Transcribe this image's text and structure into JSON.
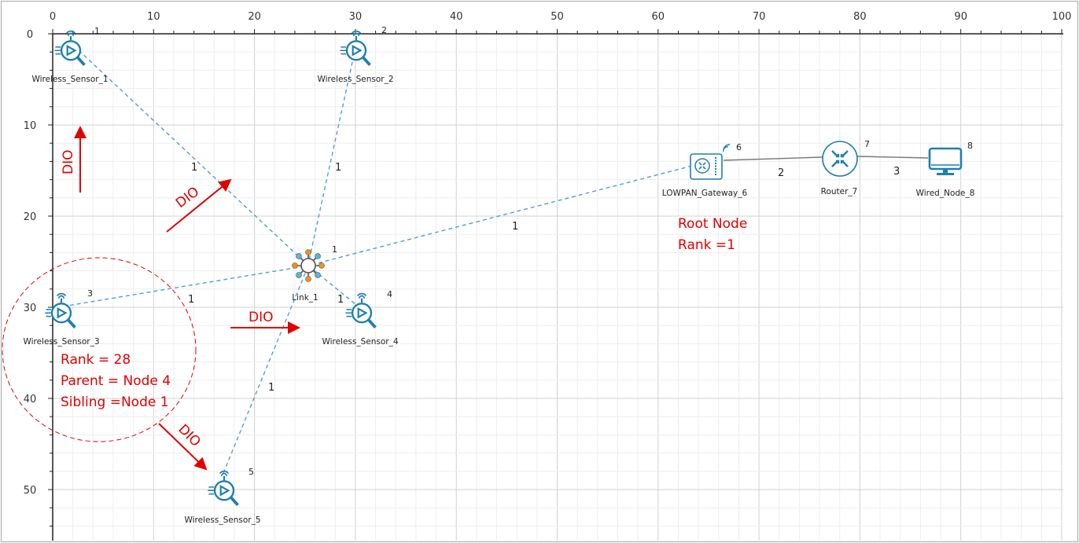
{
  "axes": {
    "x_ticks": [
      "0",
      "10",
      "20",
      "30",
      "40",
      "50",
      "60",
      "70",
      "80",
      "90",
      "100"
    ],
    "y_ticks": [
      "0",
      "10",
      "20",
      "30",
      "40",
      "50"
    ]
  },
  "nodes": [
    {
      "name": "Wireless_Sensor_1",
      "id": "1",
      "type": "sensor"
    },
    {
      "name": "Wireless_Sensor_2",
      "id": "2",
      "type": "sensor"
    },
    {
      "name": "Wireless_Sensor_3",
      "id": "3",
      "type": "sensor"
    },
    {
      "name": "Wireless_Sensor_4",
      "id": "4",
      "type": "sensor"
    },
    {
      "name": "Wireless_Sensor_5",
      "id": "5",
      "type": "sensor"
    },
    {
      "name": "Link_1",
      "id": "1",
      "type": "wireless-link"
    },
    {
      "name": "LOWPAN_Gateway_6",
      "id": "6",
      "type": "gateway"
    },
    {
      "name": "Router_7",
      "id": "7",
      "type": "router"
    },
    {
      "name": "Wired_Node_8",
      "id": "8",
      "type": "wired-node"
    }
  ],
  "links": [
    {
      "from": "Wireless_Sensor_1",
      "to": "Link_1",
      "label": "1"
    },
    {
      "from": "Wireless_Sensor_2",
      "to": "Link_1",
      "label": "1"
    },
    {
      "from": "LOWPAN_Gateway_6",
      "to": "Link_1",
      "label": "1"
    },
    {
      "from": "Wireless_Sensor_3",
      "to": "Link_1",
      "label": "1"
    },
    {
      "from": "Wireless_Sensor_4",
      "to": "Link_1",
      "label": "1"
    },
    {
      "from": "Wireless_Sensor_5",
      "to": "Link_1",
      "label": "1"
    },
    {
      "from": "LOWPAN_Gateway_6",
      "to": "Router_7",
      "label": "2"
    },
    {
      "from": "Router_7",
      "to": "Wired_Node_8",
      "label": "3"
    }
  ],
  "annotations": {
    "dio": "DIO",
    "root_lines": [
      "Root Node",
      "Rank =1"
    ],
    "sensor3_lines": [
      "Rank = 28",
      "Parent = Node 4",
      "Sibling =Node 1"
    ]
  },
  "colors": {
    "link": "#4aa3c8",
    "icon": "#1f7fae",
    "annotation": "#e00000"
  }
}
